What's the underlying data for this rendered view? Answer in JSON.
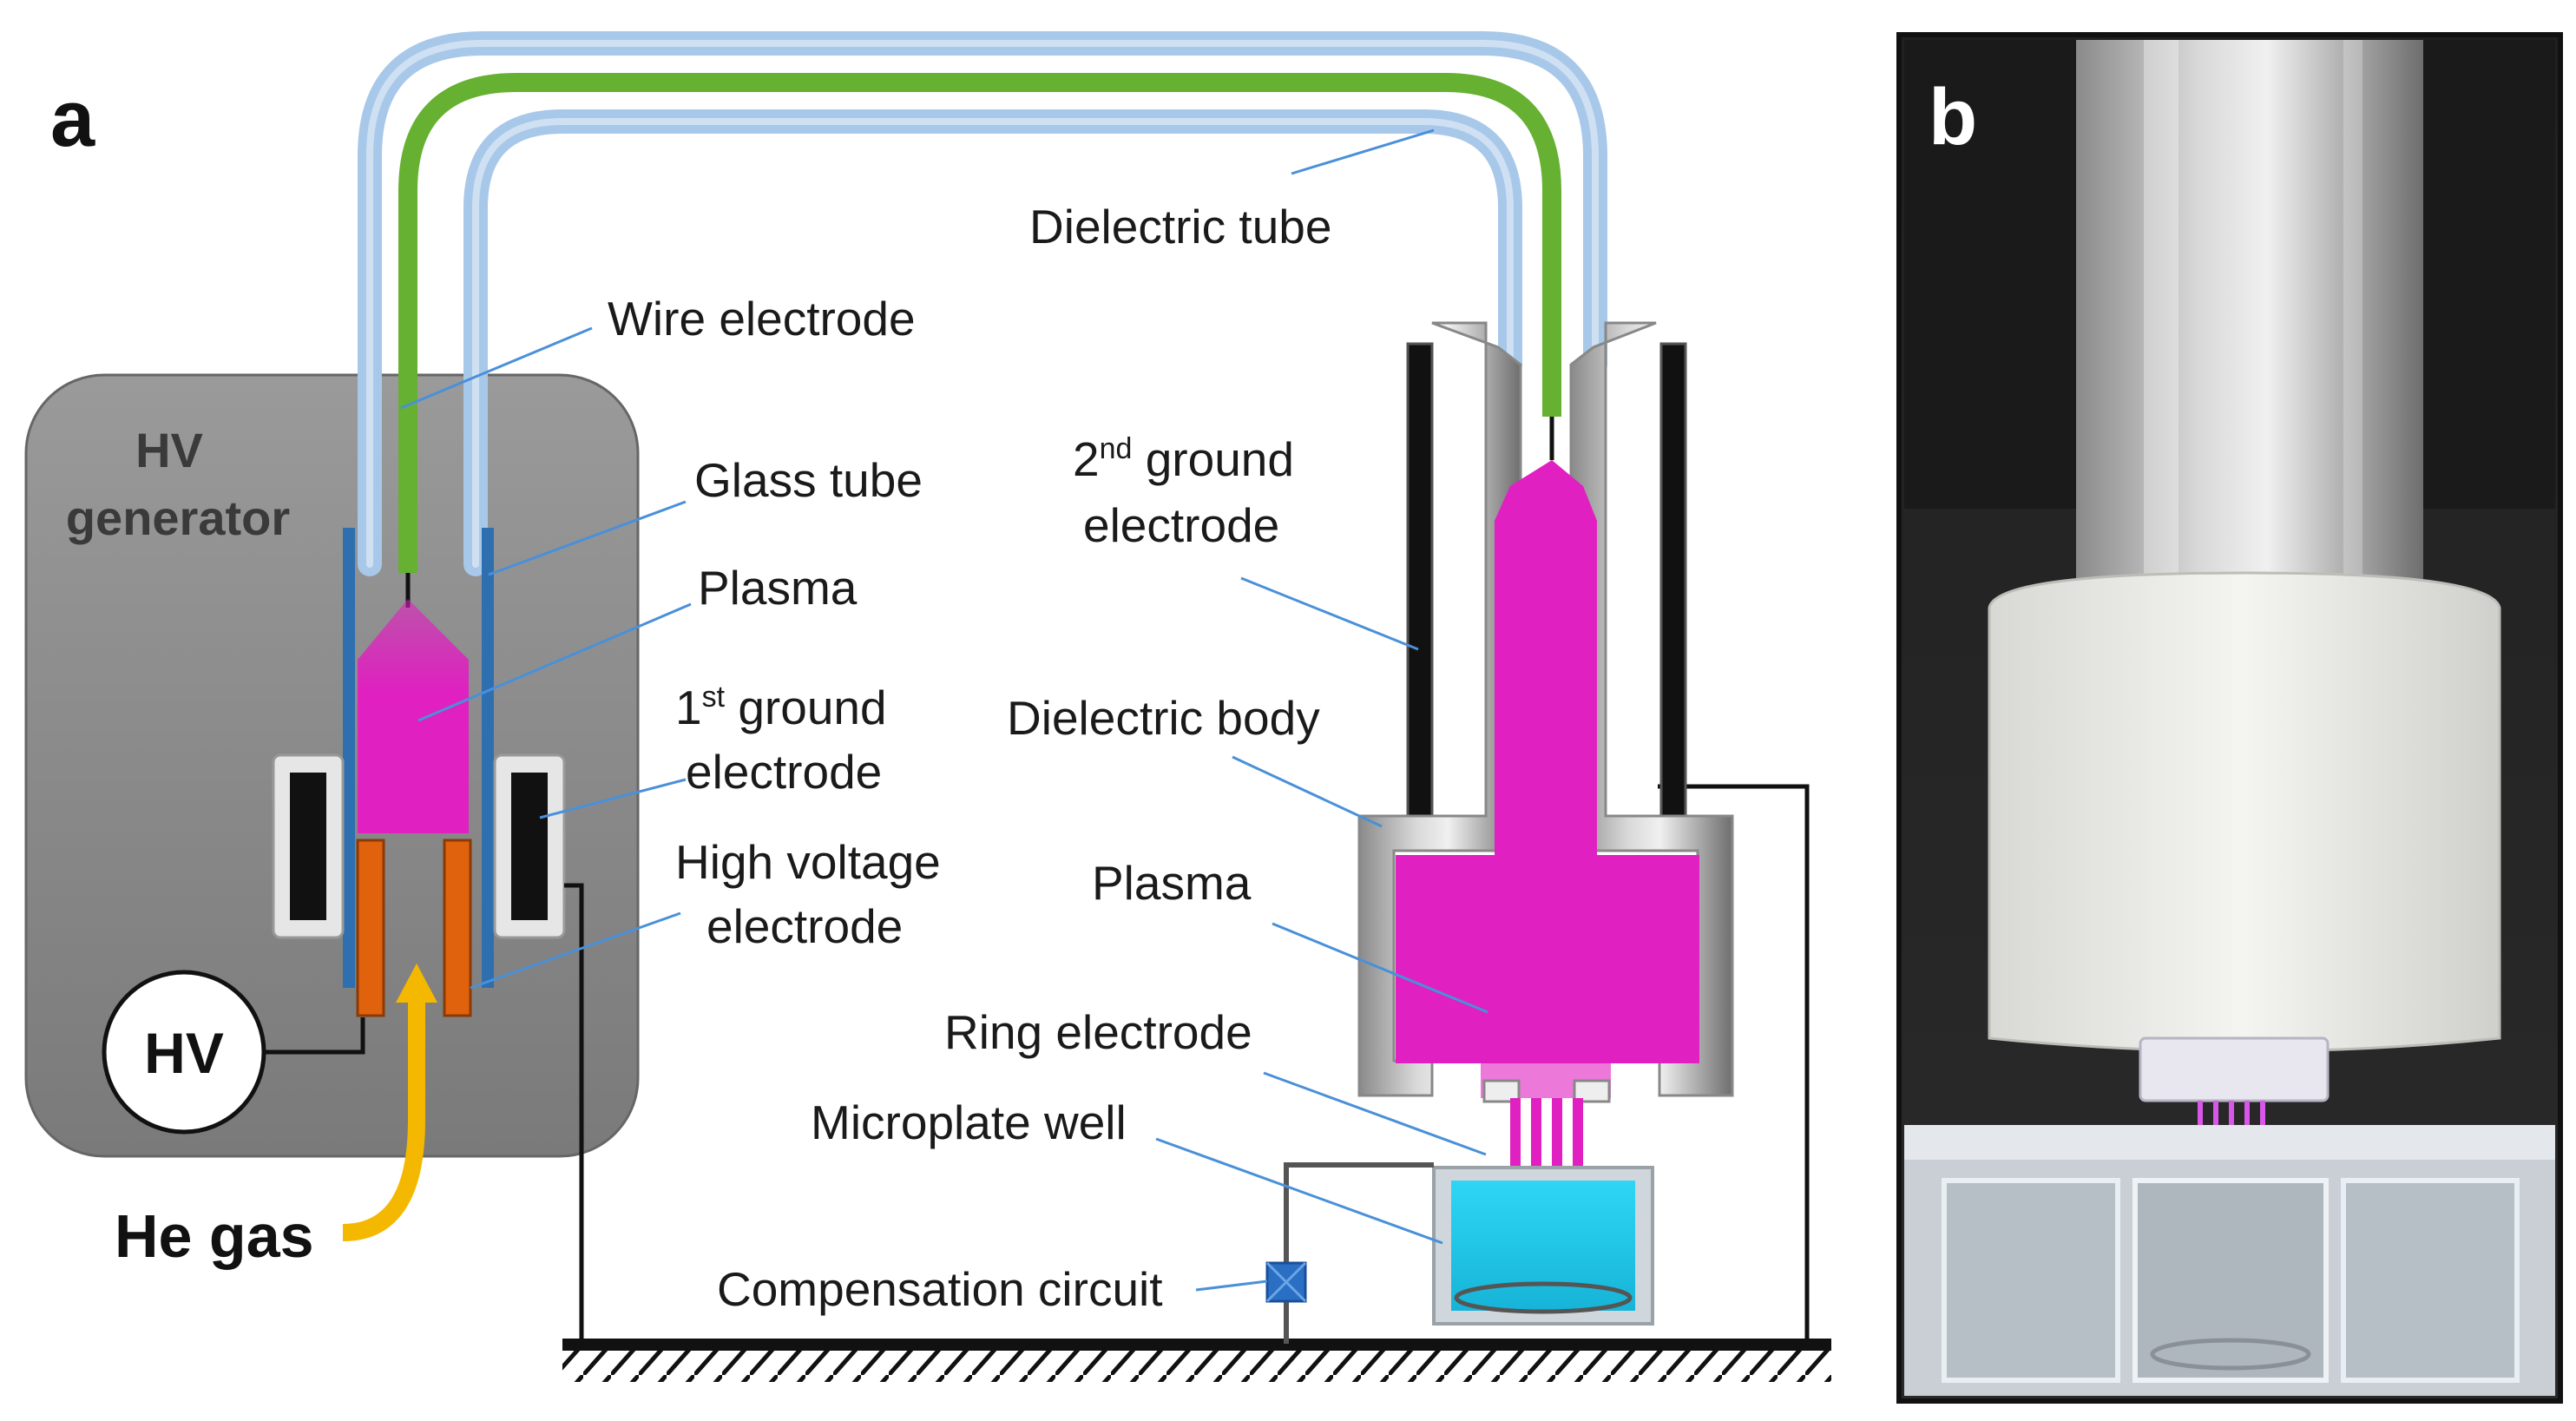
{
  "panels": {
    "a": "a",
    "b": "b"
  },
  "generator": {
    "line1": "HV",
    "line2": "generator"
  },
  "hv_source": "HV",
  "gas": "He gas",
  "labels": {
    "wire_electrode": "Wire electrode",
    "glass_tube": "Glass tube",
    "plasma_left": "Plasma",
    "first_ground_pre": "1",
    "first_ground_sup": "st",
    "first_ground_post": " ground",
    "first_ground_line2": "electrode",
    "hv_electrode_line1": "High voltage",
    "hv_electrode_line2": "electrode",
    "dielectric_tube": "Dielectric tube",
    "second_ground_pre": "2",
    "second_ground_sup": "nd",
    "second_ground_post": " ground",
    "second_ground_line2": "electrode",
    "dielectric_body": "Dielectric body",
    "plasma_right": "Plasma",
    "ring_electrode": "Ring electrode",
    "microplate_well": "Microplate well",
    "compensation_circuit": "Compensation circuit"
  },
  "colors": {
    "plasma": "#e020c0",
    "wire": "#66b032",
    "tube": "#a8c8ea",
    "glass": "#2e6fb0",
    "hv_electrode": "#e0620c",
    "gas_arrow": "#f5b800",
    "well_liquid": "#22ccee",
    "generator_box": "#8c8c8c"
  }
}
